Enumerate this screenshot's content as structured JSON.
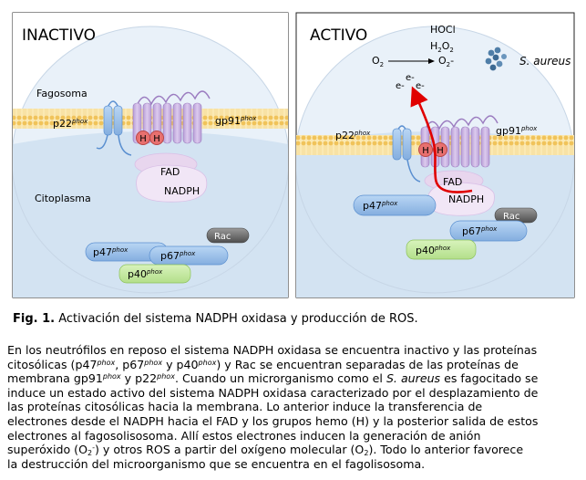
{
  "figure": {
    "panels": {
      "inactive": {
        "title": "INACTIVO",
        "labels": {
          "phagosome": "Fagosoma",
          "cytoplasm": "Citoplasma",
          "p22": "p22",
          "gp91": "gp91",
          "fad": "FAD",
          "nadph": "NADPH",
          "p47": "p47",
          "p67": "p67",
          "p40": "p40",
          "rac": "Rac",
          "heme": "H",
          "phox": "phox"
        }
      },
      "active": {
        "title": "ACTIVO",
        "labels": {
          "hocl": "HOCl",
          "h2o2_main": "H",
          "h2o2_sub": "2",
          "h2o2_tail": "O",
          "h2o2_sub2": "2",
          "o2": "O",
          "o2_sub": "2",
          "superoxide": "O",
          "superoxide_sub": "2",
          "superoxide_tail": "-",
          "bacteria": "S. aureus",
          "electron": "e-",
          "p22": "p22",
          "gp91": "gp91",
          "fad": "FAD",
          "nadph": "NADPH",
          "p47": "p47",
          "p67": "p67",
          "p40": "p40",
          "rac": "Rac",
          "heme": "H",
          "phox": "phox"
        }
      }
    },
    "colors": {
      "phagosome_bg": "#e9f1f9",
      "cytoplasm_bg": "#cfe0f0",
      "membrane": "#f5d67f",
      "protein_purple": "#c9b2df",
      "protein_blue": "#9ec3ec",
      "p40_green": "#c6eaa2",
      "rac_gray": "#6f6f6f",
      "heme_red": "#e8706f",
      "arrow_red": "#e00000",
      "bacteria_blue": "#4f7ea8"
    }
  },
  "caption": {
    "label": "Fig.  1.",
    "text": " Activación del sistema NADPH oxidasa y producción de ROS."
  },
  "body": {
    "l1": "En los neutrófilos en reposo el sistema NADPH oxidasa se encuentra inactivo y las proteínas",
    "l2a": "citosólicas (p47",
    "l2b": ", p67",
    "l2c": " y p40",
    "l2d": ") y Rac se encuentran separadas de las proteínas de",
    "l3a": "membrana gp91",
    "l3b": " y p22",
    "l3c": ". Cuando un microrganismo como el ",
    "l3d": "S. aureus",
    "l3e": " es fagocitado se",
    "l4": "induce un estado activo del sistema NADPH oxidasa caracterizado por el desplazamiento de",
    "l5": "las proteínas citosólicas hacia la membrana.  Lo anterior induce la transferencia de",
    "l6": "electrones desde el NADPH hacia el FAD y los grupos hemo (H) y la posterior salida de estos",
    "l7": "electrones al fagosolisosoma. Allí estos electrones inducen la generación de anión",
    "l8a": "superóxido (O",
    "l8b": "2",
    "l8c": "-",
    "l8d": ") y otros ROS a partir del oxígeno molecular (O",
    "l8e": "2",
    "l8f": "). Todo lo anterior favorece",
    "l9": "la destrucción del microorganismo que se encuentra en el fagolisosoma.",
    "phox": "phox"
  }
}
